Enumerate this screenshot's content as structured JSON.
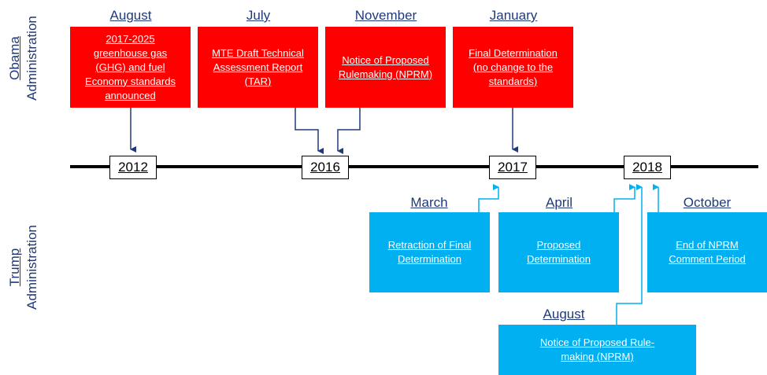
{
  "side_labels": {
    "obama": [
      "Obama",
      "Administration"
    ],
    "trump": [
      "Trump",
      "Administration"
    ]
  },
  "years": [
    "2012",
    "2016",
    "2017",
    "2018"
  ],
  "obama_events": [
    {
      "month": "August",
      "text": "2017-2025 greenhouse gas (GHG) and fuel Economy standards announced"
    },
    {
      "month": "July",
      "text": "MTE Draft Technical Assessment Report (TAR)"
    },
    {
      "month": "November",
      "text": "Notice of Proposed Rulemaking (NPRM)"
    },
    {
      "month": "January",
      "text": "Final Determination (no change to the standards)"
    }
  ],
  "trump_events": [
    {
      "month": "March",
      "text": "Retraction of Final Determination"
    },
    {
      "month": "April",
      "text": "Proposed Determination"
    },
    {
      "month": "October",
      "text": "End of NPRM Comment Period"
    },
    {
      "month": "August",
      "text": "Notice of Proposed Rule-making (NPRM)"
    }
  ],
  "colors": {
    "obama": "#ff0000",
    "trump": "#00b0f0",
    "label": "#1f3a7a",
    "obama_arrow": "#1f3a7a"
  }
}
